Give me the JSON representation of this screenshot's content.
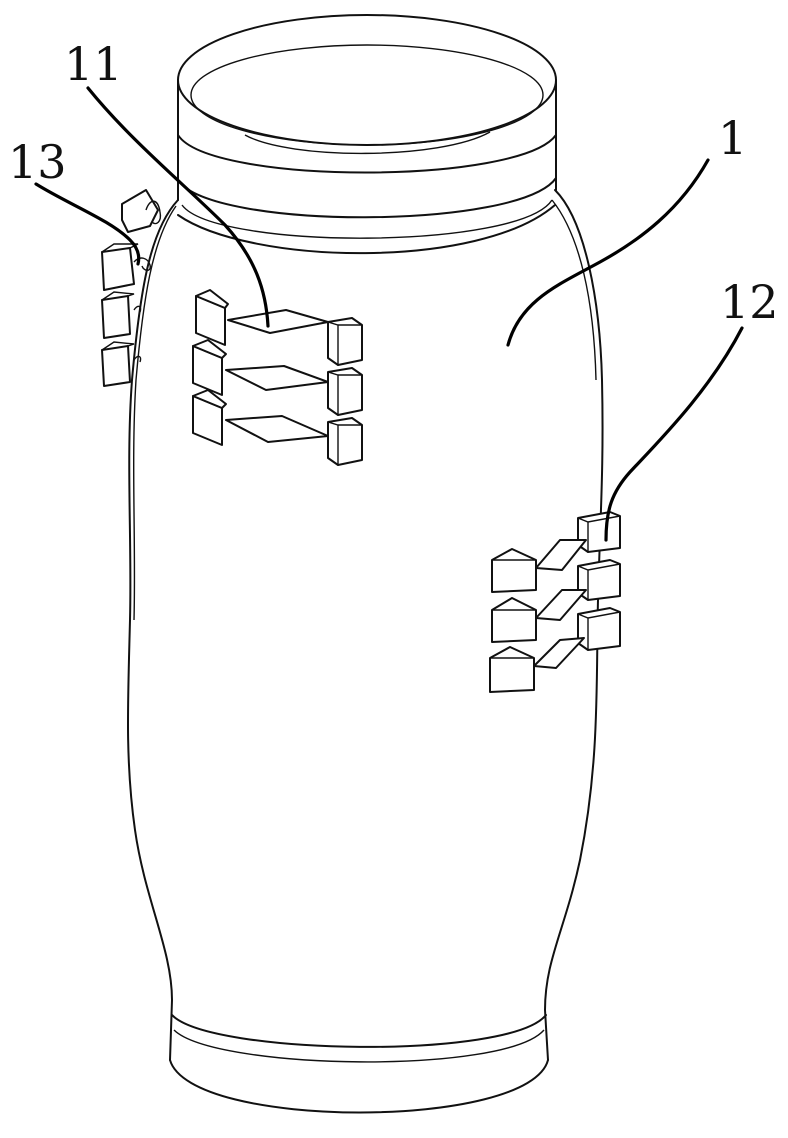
{
  "labels": {
    "body": "1",
    "upper_module": "11",
    "lower_module": "12",
    "side_module": "13"
  }
}
